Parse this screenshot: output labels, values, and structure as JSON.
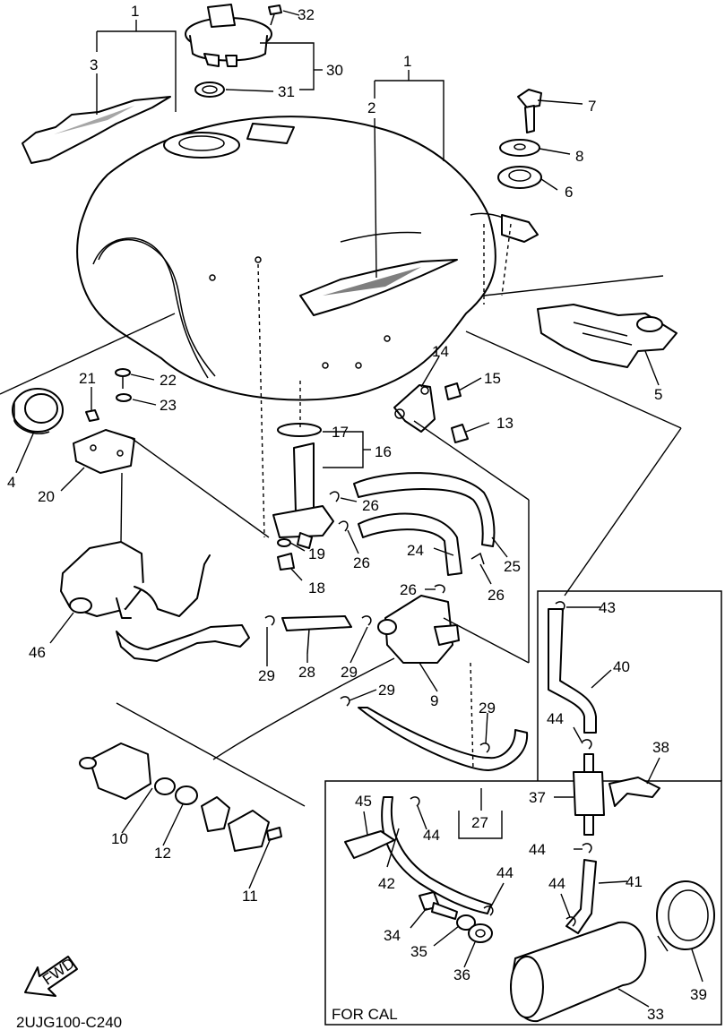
{
  "diagram": {
    "doc_code": "2UJG100-C240",
    "fwd_label": "FWD",
    "cal_box_label": "FOR CAL",
    "callouts": [
      {
        "id": "c1a",
        "text": "1"
      },
      {
        "id": "c1b",
        "text": "1"
      },
      {
        "id": "c2",
        "text": "2"
      },
      {
        "id": "c3",
        "text": "3"
      },
      {
        "id": "c4",
        "text": "4"
      },
      {
        "id": "c5",
        "text": "5"
      },
      {
        "id": "c6",
        "text": "6"
      },
      {
        "id": "c7",
        "text": "7"
      },
      {
        "id": "c8",
        "text": "8"
      },
      {
        "id": "c9",
        "text": "9"
      },
      {
        "id": "c10",
        "text": "10"
      },
      {
        "id": "c11",
        "text": "11"
      },
      {
        "id": "c12",
        "text": "12"
      },
      {
        "id": "c13",
        "text": "13"
      },
      {
        "id": "c14",
        "text": "14"
      },
      {
        "id": "c15",
        "text": "15"
      },
      {
        "id": "c16",
        "text": "16"
      },
      {
        "id": "c17",
        "text": "17"
      },
      {
        "id": "c18",
        "text": "18"
      },
      {
        "id": "c19",
        "text": "19"
      },
      {
        "id": "c20",
        "text": "20"
      },
      {
        "id": "c21",
        "text": "21"
      },
      {
        "id": "c22",
        "text": "22"
      },
      {
        "id": "c23",
        "text": "23"
      },
      {
        "id": "c24",
        "text": "24"
      },
      {
        "id": "c25",
        "text": "25"
      },
      {
        "id": "c26a",
        "text": "26"
      },
      {
        "id": "c26b",
        "text": "26"
      },
      {
        "id": "c26c",
        "text": "26"
      },
      {
        "id": "c26d",
        "text": "26"
      },
      {
        "id": "c27",
        "text": "27"
      },
      {
        "id": "c28",
        "text": "28"
      },
      {
        "id": "c29a",
        "text": "29"
      },
      {
        "id": "c29b",
        "text": "29"
      },
      {
        "id": "c29c",
        "text": "29"
      },
      {
        "id": "c29d",
        "text": "29"
      },
      {
        "id": "c30",
        "text": "30"
      },
      {
        "id": "c31",
        "text": "31"
      },
      {
        "id": "c32",
        "text": "32"
      },
      {
        "id": "c33",
        "text": "33"
      },
      {
        "id": "c34",
        "text": "34"
      },
      {
        "id": "c35",
        "text": "35"
      },
      {
        "id": "c36",
        "text": "36"
      },
      {
        "id": "c37",
        "text": "37"
      },
      {
        "id": "c38",
        "text": "38"
      },
      {
        "id": "c39",
        "text": "39"
      },
      {
        "id": "c40",
        "text": "40"
      },
      {
        "id": "c41",
        "text": "41"
      },
      {
        "id": "c42",
        "text": "42"
      },
      {
        "id": "c43",
        "text": "43"
      },
      {
        "id": "c44a",
        "text": "44"
      },
      {
        "id": "c44b",
        "text": "44"
      },
      {
        "id": "c44c",
        "text": "44"
      },
      {
        "id": "c44d",
        "text": "44"
      },
      {
        "id": "c44e",
        "text": "44"
      },
      {
        "id": "c45",
        "text": "45"
      },
      {
        "id": "c46",
        "text": "46"
      }
    ]
  }
}
